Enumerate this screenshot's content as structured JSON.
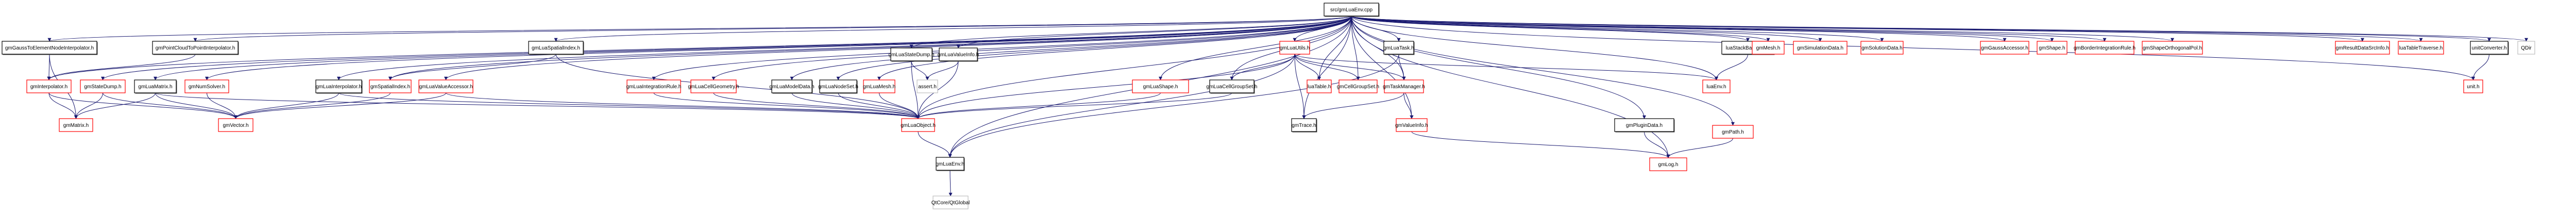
{
  "title": "src/gmLuaEnv.cpp include dependency graph",
  "colors": {
    "root_fill": "#bfbfbf",
    "root_stroke": "#000000",
    "documented_stroke": "#000000",
    "incomplete_stroke": "#ff0000",
    "external_stroke": "#bfbfbf",
    "edge": "#191970"
  },
  "nodes": [
    {
      "id": "root",
      "label": "src/gmLuaEnv.cpp",
      "kind": "root"
    },
    {
      "id": "gmGaussToElementNodeInterpolator",
      "label": "gmGaussToElementNodeInterpolator.h",
      "kind": "documented"
    },
    {
      "id": "gmPointCloudToPointInterpolator",
      "label": "gmPointCloudToPointInterpolator.h",
      "kind": "documented"
    },
    {
      "id": "gmLuaSpatialIndex",
      "label": "gmLuaSpatialIndex.h",
      "kind": "documented"
    },
    {
      "id": "gmLuaStateDump",
      "label": "gmLuaStateDump.h",
      "kind": "documented"
    },
    {
      "id": "gmLuaValueInfo",
      "label": "gmLuaValueInfo.h",
      "kind": "documented"
    },
    {
      "id": "gmLuaUtils",
      "label": "gmLuaUtils.h",
      "kind": "incomplete"
    },
    {
      "id": "gmLuaTask",
      "label": "gmLuaTask.h",
      "kind": "documented"
    },
    {
      "id": "luaStackBalancer",
      "label": "luaStackBalancer.h",
      "kind": "documented"
    },
    {
      "id": "gmMesh",
      "label": "gmMesh.h",
      "kind": "incomplete"
    },
    {
      "id": "gmSimulationData",
      "label": "gmSimulationData.h",
      "kind": "incomplete"
    },
    {
      "id": "gmSolutionData",
      "label": "gmSolutionData.h",
      "kind": "incomplete"
    },
    {
      "id": "gmGaussAccessor",
      "label": "gmGaussAccessor.h",
      "kind": "incomplete"
    },
    {
      "id": "gmShape",
      "label": "gmShape.h",
      "kind": "incomplete"
    },
    {
      "id": "gmBorderIntegrationRule",
      "label": "gmBorderIntegrationRule.h",
      "kind": "incomplete"
    },
    {
      "id": "gmShapeOrthogonalPol",
      "label": "gmShapeOrthogonalPol.h",
      "kind": "incomplete"
    },
    {
      "id": "gmResultDataSrcInfo",
      "label": "gmResultDataSrcInfo.h",
      "kind": "incomplete"
    },
    {
      "id": "luaTableTraverse",
      "label": "luaTableTraverse.h",
      "kind": "incomplete"
    },
    {
      "id": "unitConverter",
      "label": "unitConverter.h",
      "kind": "documented"
    },
    {
      "id": "QDir",
      "label": "QDir",
      "kind": "external"
    },
    {
      "id": "gmInterpolator",
      "label": "gmInterpolator.h",
      "kind": "incomplete"
    },
    {
      "id": "gmStateDump",
      "label": "gmStateDump.h",
      "kind": "incomplete"
    },
    {
      "id": "gmLuaMatrix",
      "label": "gmLuaMatrix.h",
      "kind": "documented"
    },
    {
      "id": "gmNumSolver",
      "label": "gmNumSolver.h",
      "kind": "incomplete"
    },
    {
      "id": "gmLuaInterpolator",
      "label": "gmLuaInterpolator.h",
      "kind": "documented"
    },
    {
      "id": "gmSpatialIndex",
      "label": "gmSpatialIndex.h",
      "kind": "incomplete"
    },
    {
      "id": "gmLuaValueAccessor",
      "label": "gmLuaValueAccessor.h",
      "kind": "incomplete"
    },
    {
      "id": "gmLuaIntegrationRule",
      "label": "gmLuaIntegrationRule.h",
      "kind": "incomplete"
    },
    {
      "id": "gmLuaCellGeometry",
      "label": "gmLuaCellGeometry.h",
      "kind": "incomplete"
    },
    {
      "id": "gmLuaModelData",
      "label": "gmLuaModelData.h",
      "kind": "documented"
    },
    {
      "id": "gmLuaNodeSet",
      "label": "gmLuaNodeSet.h",
      "kind": "documented"
    },
    {
      "id": "gmLuaMesh",
      "label": "gmLuaMesh.h",
      "kind": "incomplete"
    },
    {
      "id": "assert",
      "label": "assert.h",
      "kind": "external"
    },
    {
      "id": "gmLuaShape",
      "label": "gmLuaShape.h",
      "kind": "incomplete"
    },
    {
      "id": "gmLuaCellGroupSet",
      "label": "gmLuaCellGroupSet.h",
      "kind": "documented"
    },
    {
      "id": "luaTable",
      "label": "luaTable.h",
      "kind": "incomplete"
    },
    {
      "id": "gmCellGroupSet",
      "label": "gmCellGroupSet.h",
      "kind": "incomplete"
    },
    {
      "id": "gmTaskManager",
      "label": "gmTaskManager.h",
      "kind": "incomplete"
    },
    {
      "id": "luaEnv",
      "label": "luaEnv.h",
      "kind": "incomplete"
    },
    {
      "id": "gmPath",
      "label": "gmPath.h",
      "kind": "incomplete"
    },
    {
      "id": "unit",
      "label": "unit.h",
      "kind": "incomplete"
    },
    {
      "id": "gmMatrix",
      "label": "gmMatrix.h",
      "kind": "incomplete"
    },
    {
      "id": "gmVector",
      "label": "gmVector.h",
      "kind": "incomplete"
    },
    {
      "id": "gmLuaObject",
      "label": "gmLuaObject.h",
      "kind": "incomplete"
    },
    {
      "id": "gmTrace",
      "label": "gmTrace.h",
      "kind": "documented"
    },
    {
      "id": "gmValueInfo",
      "label": "gmValueInfo.h",
      "kind": "incomplete"
    },
    {
      "id": "gmPluginData",
      "label": "gmPluginData.h",
      "kind": "documented"
    },
    {
      "id": "gmLuaEnv",
      "label": "gmLuaEnv.h",
      "kind": "documented"
    },
    {
      "id": "gmLog",
      "label": "gmLog.h",
      "kind": "incomplete"
    },
    {
      "id": "QtGlobal",
      "label": "QtCore/QtGlobal",
      "kind": "external"
    }
  ],
  "edges": [
    [
      "root",
      "gmGaussToElementNodeInterpolator"
    ],
    [
      "root",
      "gmPointCloudToPointInterpolator"
    ],
    [
      "root",
      "gmLuaSpatialIndex"
    ],
    [
      "root",
      "gmLuaStateDump"
    ],
    [
      "root",
      "gmLuaValueInfo"
    ],
    [
      "root",
      "gmLuaUtils"
    ],
    [
      "root",
      "gmLuaTask"
    ],
    [
      "root",
      "luaStackBalancer"
    ],
    [
      "root",
      "gmMesh"
    ],
    [
      "root",
      "gmSimulationData"
    ],
    [
      "root",
      "gmSolutionData"
    ],
    [
      "root",
      "gmGaussAccessor"
    ],
    [
      "root",
      "gmShape"
    ],
    [
      "root",
      "gmBorderIntegrationRule"
    ],
    [
      "root",
      "gmShapeOrthogonalPol"
    ],
    [
      "root",
      "gmResultDataSrcInfo"
    ],
    [
      "root",
      "luaTableTraverse"
    ],
    [
      "root",
      "unitConverter"
    ],
    [
      "root",
      "QDir"
    ],
    [
      "root",
      "gmInterpolator"
    ],
    [
      "root",
      "gmStateDump"
    ],
    [
      "root",
      "gmLuaMatrix"
    ],
    [
      "root",
      "gmNumSolver"
    ],
    [
      "root",
      "gmLuaInterpolator"
    ],
    [
      "root",
      "gmSpatialIndex"
    ],
    [
      "root",
      "gmLuaValueAccessor"
    ],
    [
      "root",
      "gmLuaIntegrationRule"
    ],
    [
      "root",
      "gmLuaCellGeometry"
    ],
    [
      "root",
      "gmLuaModelData"
    ],
    [
      "root",
      "gmLuaNodeSet"
    ],
    [
      "root",
      "gmLuaMesh"
    ],
    [
      "root",
      "gmLuaShape"
    ],
    [
      "root",
      "gmLuaCellGroupSet"
    ],
    [
      "root",
      "luaTable"
    ],
    [
      "root",
      "gmCellGroupSet"
    ],
    [
      "root",
      "gmTaskManager"
    ],
    [
      "root",
      "luaEnv"
    ],
    [
      "root",
      "gmTrace"
    ],
    [
      "root",
      "gmValueInfo"
    ],
    [
      "root",
      "gmPluginData"
    ],
    [
      "root",
      "gmLog"
    ],
    [
      "root",
      "gmPath"
    ],
    [
      "root",
      "unit"
    ],
    [
      "root",
      "gmLuaObject"
    ],
    [
      "root",
      "gmLuaEnv"
    ],
    [
      "gmGaussToElementNodeInterpolator",
      "gmInterpolator"
    ],
    [
      "gmGaussToElementNodeInterpolator",
      "gmMatrix"
    ],
    [
      "gmPointCloudToPointInterpolator",
      "gmInterpolator"
    ],
    [
      "gmLuaSpatialIndex",
      "gmSpatialIndex"
    ],
    [
      "gmLuaSpatialIndex",
      "gmLuaObject"
    ],
    [
      "gmLuaStateDump",
      "assert"
    ],
    [
      "gmLuaStateDump",
      "gmLuaObject"
    ],
    [
      "gmLuaValueInfo",
      "assert"
    ],
    [
      "gmLuaValueInfo",
      "gmLuaObject"
    ],
    [
      "gmLuaUtils",
      "gmLuaCellGroupSet"
    ],
    [
      "gmLuaUtils",
      "luaTable"
    ],
    [
      "gmLuaUtils",
      "gmCellGroupSet"
    ],
    [
      "gmLuaUtils",
      "gmTaskManager"
    ],
    [
      "gmLuaUtils",
      "gmLuaObject"
    ],
    [
      "gmLuaUtils",
      "gmTrace"
    ],
    [
      "gmLuaUtils",
      "gmLuaEnv"
    ],
    [
      "gmLuaUtils",
      "luaEnv"
    ],
    [
      "gmLuaTask",
      "gmTaskManager"
    ],
    [
      "gmLuaTask",
      "gmLuaEnv"
    ],
    [
      "gmTaskManager",
      "gmTrace"
    ],
    [
      "gmTaskManager",
      "gmValueInfo"
    ],
    [
      "luaStackBalancer",
      "luaEnv"
    ],
    [
      "unitConverter",
      "unit"
    ],
    [
      "gmInterpolator",
      "gmMatrix"
    ],
    [
      "gmInterpolator",
      "gmVector"
    ],
    [
      "gmStateDump",
      "gmMatrix"
    ],
    [
      "gmStateDump",
      "gmVector"
    ],
    [
      "gmLuaMatrix",
      "gmMatrix"
    ],
    [
      "gmLuaMatrix",
      "gmVector"
    ],
    [
      "gmLuaMatrix",
      "gmLuaObject"
    ],
    [
      "gmNumSolver",
      "gmVector"
    ],
    [
      "gmLuaInterpolator",
      "gmVector"
    ],
    [
      "gmLuaInterpolator",
      "gmLuaObject"
    ],
    [
      "gmSpatialIndex",
      "gmVector"
    ],
    [
      "gmLuaValueAccessor",
      "gmVector"
    ],
    [
      "gmLuaValueAccessor",
      "gmLuaObject"
    ],
    [
      "gmLuaIntegrationRule",
      "gmLuaObject"
    ],
    [
      "gmLuaCellGeometry",
      "gmLuaObject"
    ],
    [
      "gmLuaModelData",
      "gmLuaObject"
    ],
    [
      "gmLuaNodeSet",
      "gmLuaObject"
    ],
    [
      "gmLuaMesh",
      "gmLuaObject"
    ],
    [
      "gmLuaShape",
      "gmLuaObject"
    ],
    [
      "gmLuaCellGroupSet",
      "gmLuaObject"
    ],
    [
      "gmLuaObject",
      "gmLuaEnv"
    ],
    [
      "gmLuaEnv",
      "QtGlobal"
    ],
    [
      "gmValueInfo",
      "gmLog"
    ],
    [
      "gmPluginData",
      "gmLog"
    ],
    [
      "gmPath",
      "gmLog"
    ]
  ]
}
